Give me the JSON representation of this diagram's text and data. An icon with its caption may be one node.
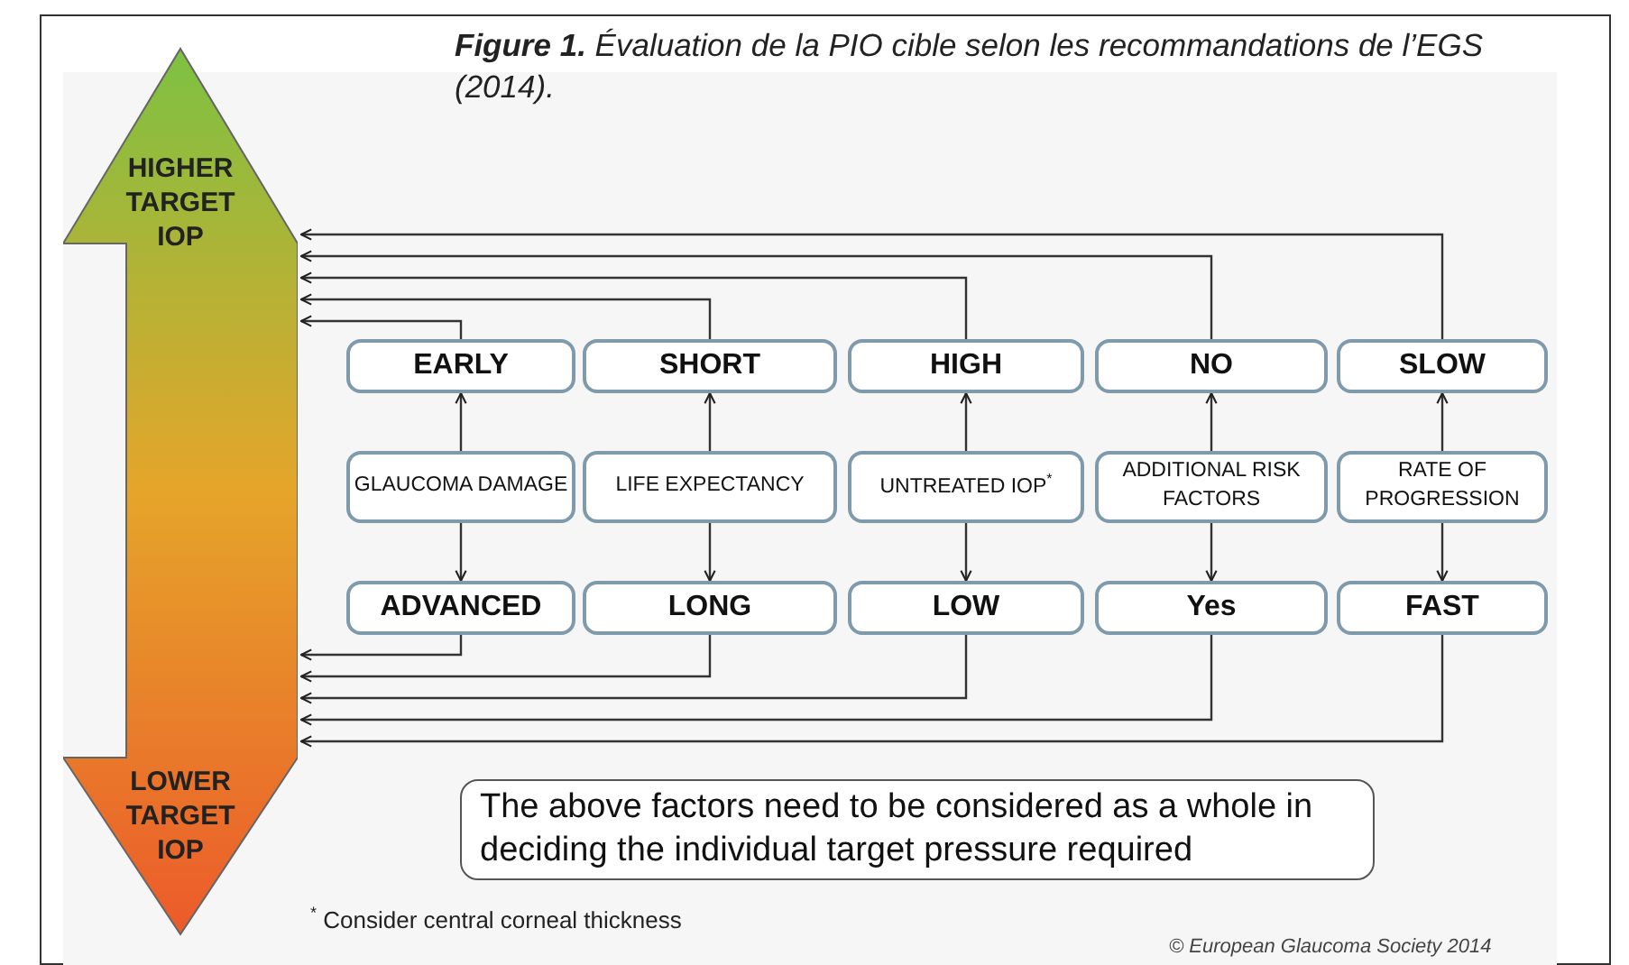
{
  "diagram": {
    "title": "**Figure 1.** Évaluation de la PIO cible selon les recommandations de l’EGS (2014).",
    "nodes": [
      {
        "text": [
          "HIGHER TARGET IOP",
          "LOWER TARGET IOP"
        ]
      },
      {
        "text": [
          "EARLY"
        ]
      },
      {
        "text": [
          "SHORT"
        ]
      },
      {
        "text": [
          "HIGH"
        ]
      },
      {
        "text": [
          "NO"
        ]
      },
      {
        "text": [
          "SLOW"
        ]
      },
      {
        "text": [
          "GLAUCOMA DAMAGE"
        ]
      },
      {
        "text": [
          "LIFE EXPECTANCY"
        ]
      },
      {
        "text": [
          "UNTREATED IOP$^{*}$"
        ]
      },
      {
        "text": [
          "ADDITIONAL RISK FACTORS"
        ]
      },
      {
        "text": [
          "RATE OF PROGRESSION"
        ]
      },
      {
        "text": [
          "ADVANCED"
        ]
      },
      {
        "text": [
          "LONG"
        ]
      },
      {
        "text": [
          "LOW"
        ]
      },
      {
        "text": [
          "Yes"
        ]
      },
      {
        "text": [
          "FAST"
        ]
      },
      {
        "text": [
          "The above factors need to be considered as a whole in deciding the individual target pressure required"
        ]
      }
    ],
    "edges": [
      {
        "from": 6,
        "to": 1,
        "arrow": "to"
      },
      {
        "from": 7,
        "to": 2,
        "arrow": "to"
      },
      {
        "from": 8,
        "to": 3,
        "arrow": "to"
      },
      {
        "from": 9,
        "to": 4,
        "arrow": "to"
      },
      {
        "from": 10,
        "to": 5,
        "arrow": "to"
      },
      {
        "from": 6,
        "to": 11,
        "arrow": "to"
      },
      {
        "from": 7,
        "to": 12,
        "arrow": "to"
      },
      {
        "from": 8,
        "to": 13,
        "arrow": "to"
      },
      {
        "from": 9,
        "to": 14,
        "arrow": "to"
      },
      {
        "from": 10,
        "to": 15,
        "arrow": "to"
      },
      {
        "from": 1,
        "to": 0,
        "arrow": "to"
      },
      {
        "from": 2,
        "to": 0,
        "arrow": "to"
      },
      {
        "from": 3,
        "to": 0,
        "arrow": "to"
      },
      {
        "from": 4,
        "to": 0,
        "arrow": "to"
      },
      {
        "from": 5,
        "to": 0,
        "arrow": "to"
      },
      {
        "from": 11,
        "to": 0,
        "arrow": "to"
      },
      {
        "from": 12,
        "to": 0,
        "arrow": "to"
      },
      {
        "from": 13,
        "to": 0,
        "arrow": "to"
      },
      {
        "from": 14,
        "to": 0,
        "arrow": "to"
      },
      {
        "from": 15,
        "to": 0,
        "arrow": "to"
      }
    ],
    "labels": [
      "$^{*}$ Consider central corneal thickness",
      "© European Glaucoma Society 2014"
    ]
  }
}
